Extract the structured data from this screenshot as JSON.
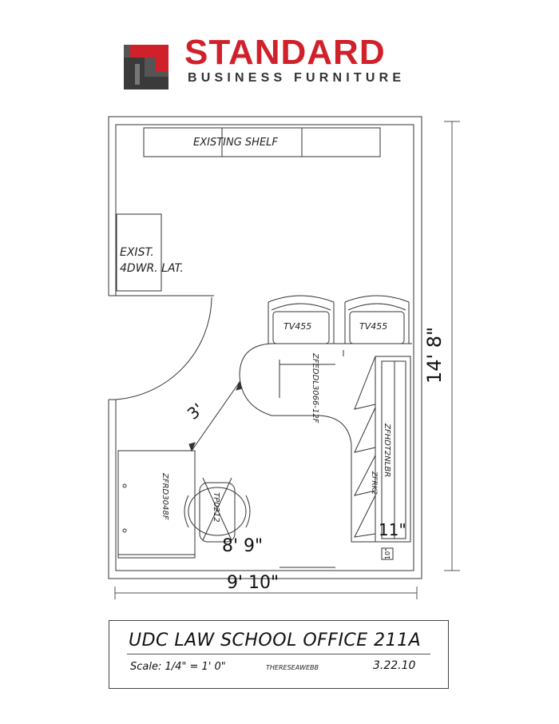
{
  "logo": {
    "word": "STANDARD",
    "sub": "BUSINESS FURNITURE",
    "brand_red": "#d0202a",
    "brand_gray": "#333333"
  },
  "plan": {
    "labels": {
      "existing_shelf": "EXISTING SHELF",
      "lateral_line1": "EXIST.",
      "lateral_line2": "4DWR. LAT.",
      "tv1": "TV455",
      "tv2": "TV455",
      "desk_code": "ZFEDDL3066-12F",
      "hutch_code": "ZFHDT2NLBR",
      "hutch_code_2": "ZFRK2",
      "pedestal_code": "ZFRD3048F",
      "chair_code": "TP0212"
    },
    "dimensions": {
      "overall_height": "14' 8\"",
      "clearance": "3'",
      "inner_width": "8' 9\"",
      "overall_width": "9' 10\"",
      "hutch_depth": "11\"",
      "small_dim": "10\""
    }
  },
  "title_block": {
    "title": "UDC LAW SCHOOL OFFICE 211A",
    "scale": "Scale: 1/4\" = 1' 0\"",
    "author": "THERESEAWEBB",
    "date": "3.22.10"
  }
}
